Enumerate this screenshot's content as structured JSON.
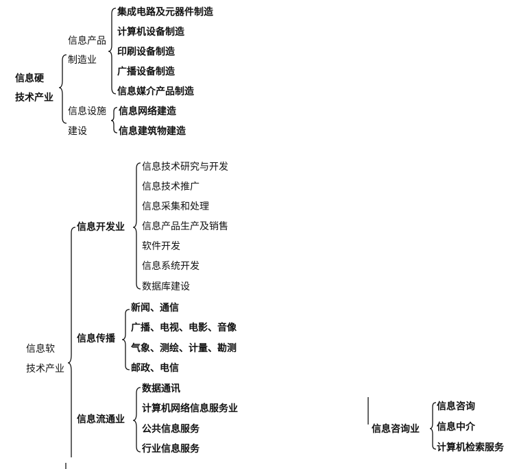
{
  "hardware": {
    "root_line1": "信息硬",
    "root_line2": "技术产业",
    "manufacturing": {
      "line1": "信息产品",
      "line2": "制造业",
      "items": [
        "集成电路及元器件制造",
        "计算机设备制造",
        "印刷设备制造",
        "广播设备制造",
        "信息媒介产品制造"
      ]
    },
    "facilities": {
      "line1": "信息设施",
      "line2": "建设",
      "items": [
        "信息网络建造",
        "信息建筑物建造"
      ]
    }
  },
  "software": {
    "root_line1": "信息软",
    "root_line2": "技术产业",
    "development": {
      "label": "信息开发业",
      "items": [
        "信息技术研究与开发",
        "信息技术推广",
        "信息采集和处理",
        "信息产品生产及销售",
        "软件开发",
        "信息系统开发",
        "数据库建设"
      ]
    },
    "communication": {
      "label": "信息传播",
      "items": [
        "新闻、通信",
        "广播、电视、电影、音像",
        "气象、测绘、计量、勘测",
        "邮政、电信"
      ]
    },
    "circulation": {
      "label": "信息流通业",
      "items": [
        "数据通讯",
        "计算机网络信息服务业",
        "公共信息服务",
        "行业信息服务"
      ]
    },
    "consulting": {
      "label": "信息咨询业",
      "items": [
        "信息咨询",
        "信息中介",
        "计算机检索服务"
      ]
    }
  }
}
